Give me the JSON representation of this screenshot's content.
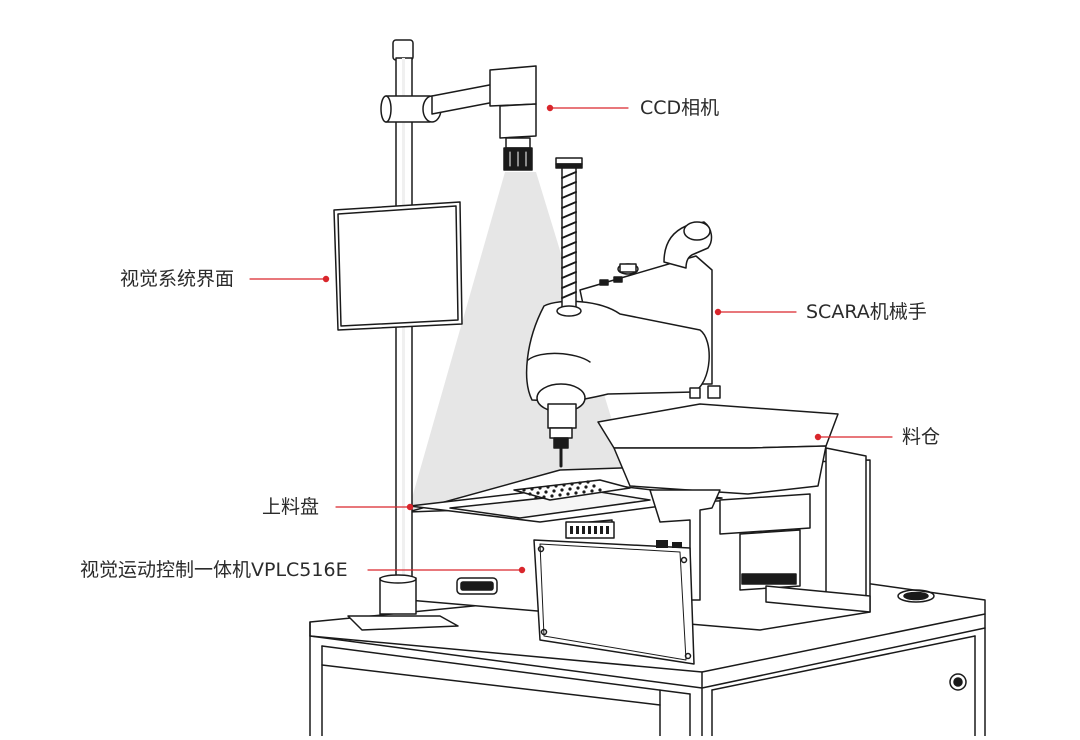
{
  "callouts": {
    "ccd_camera": "CCD相机",
    "vision_interface": "视觉系统界面",
    "scara_robot": "SCARA机械手",
    "material_bin": "料仓",
    "loading_tray": "上料盘",
    "controller": "视觉运动控制一体机VPLC516E"
  },
  "colors": {
    "leader_line": "#d9262c",
    "outline": "#1a1a1a",
    "light_beam": "#e6e6e6",
    "label_text": "#2b2b2b",
    "background": "#ffffff"
  }
}
